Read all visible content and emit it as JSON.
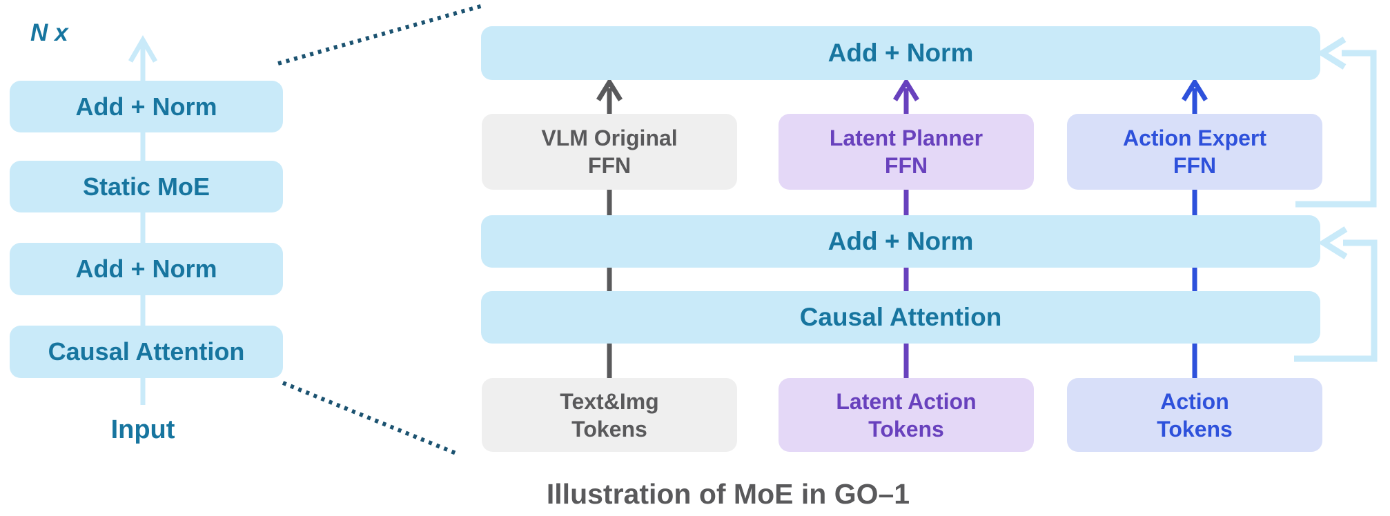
{
  "colors": {
    "lightblue": "#C9EAF9",
    "lightblue-line": "#C9EAF9",
    "teal": "#17759F",
    "navy": "#1B5270",
    "grayfill": "#EFEFEF",
    "graytext": "#59595B",
    "purplefill": "#E4D8F7",
    "purpletext": "#6841BD",
    "bluefill": "#D8DFF9",
    "bluetext": "#2E51DB",
    "captioncol": "#59595B"
  },
  "left_panel": {
    "repeat_n": "N",
    "repeat_x": "x",
    "blocks": [
      "Add + Norm",
      "Static MoE",
      "Add + Norm",
      "Causal Attention"
    ],
    "input_label": "Input"
  },
  "right_panel": {
    "bars": {
      "top": "Add + Norm",
      "middle": "Add + Norm",
      "bottom": "Causal Attention"
    },
    "experts": [
      {
        "line1": "VLM Original",
        "line2": "FFN"
      },
      {
        "line1": "Latent Planner",
        "line2": "FFN"
      },
      {
        "line1": "Action Expert",
        "line2": "FFN"
      }
    ],
    "tokens": [
      {
        "line1": "Text&Img",
        "line2": "Tokens"
      },
      {
        "line1": "Latent Action",
        "line2": "Tokens"
      },
      {
        "line1": "Action",
        "line2": "Tokens"
      }
    ]
  },
  "caption": "Illustration of MoE in GO–1"
}
